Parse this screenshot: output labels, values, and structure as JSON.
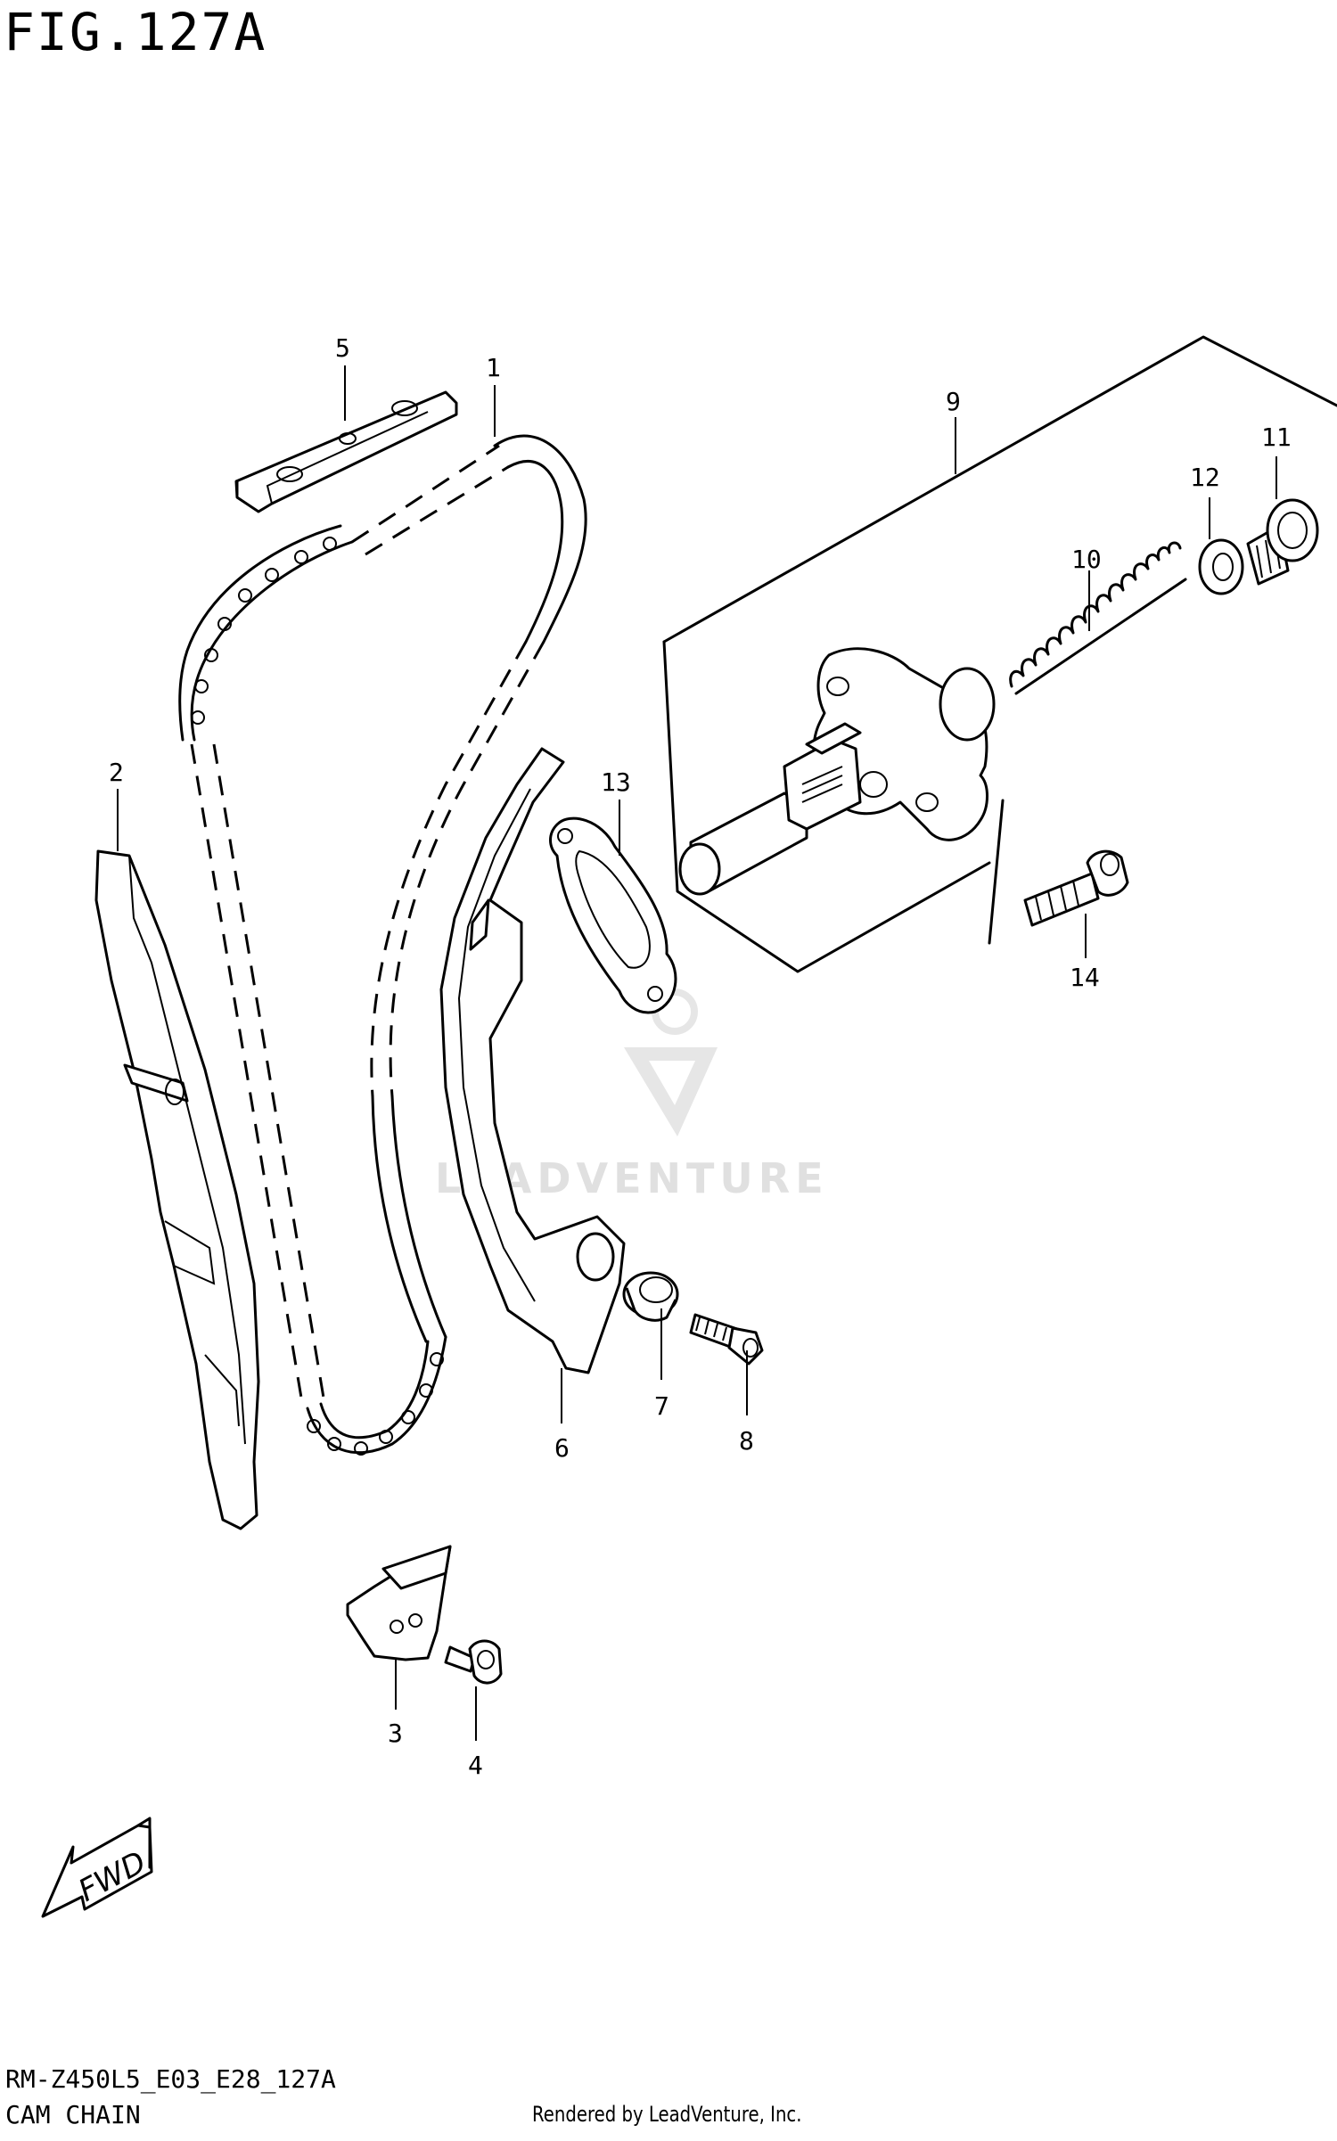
{
  "figure_title": "FIG.127A",
  "drawing_code": "RM-Z450L5_E03_E28_127A",
  "drawing_name": "CAM CHAIN",
  "render_credit": "Rendered by LeadVenture, Inc.",
  "watermark_text": "LEADVENTURE",
  "direction_arrow": "FWD",
  "callouts": {
    "c1": "1",
    "c2": "2",
    "c3": "3",
    "c4": "4",
    "c5": "5",
    "c6": "6",
    "c7": "7",
    "c8": "8",
    "c9": "9",
    "c10": "10",
    "c11": "11",
    "c12": "12",
    "c13": "13",
    "c14": "14"
  },
  "colors": {
    "ink": "#000000",
    "watermark": "#e0e0e0"
  }
}
